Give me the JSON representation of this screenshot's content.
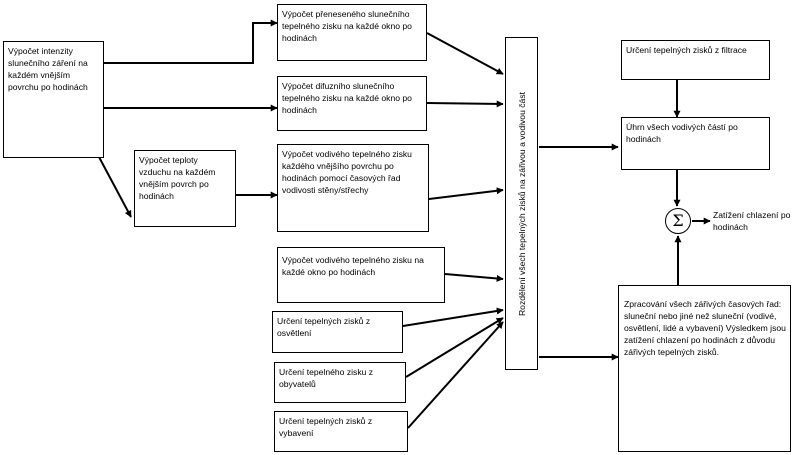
{
  "diagram": {
    "solar_intensity": "Výpočet intenzity slunečního záření na každém vnějším povrchu po hodinách",
    "air_temperature": "Výpočet teploty vzduchu na každém vnějším povrch po hodinách",
    "transmitted_solar_gain": "Výpočet přeneseného slunečního tepelného zisku na každé okno po hodinách",
    "diffuse_solar_gain": "Výpočet difuzního slunečního tepelného zisku na každé okno po hodinách",
    "conductive_surface_gain": "Výpočet vodivého tepelného zisku každého vnějšího povrchu po hodinách pomocí časových řad vodivosti stěny/střechy",
    "conductive_window_gain": "Výpočet vodivého tepelného zisku na každé okno po hodinách",
    "lighting_gain": "Určení tepelných zisků z osvětlení",
    "occupant_gain": "Určení tepelného zisku z obyvatelů",
    "equipment_gain": "Určení tepelných zisků z vybavení",
    "split_radiant_convective": "Rozdělení všech tepelných zisků na zářivou a vodivou část",
    "infiltration_gain": "Určení tepelných zisků z filtrace",
    "sum_convective": "Úhrn všech vodivých částí po hodinách",
    "radiant_processing": "Zpracování všech zářivých časových řad: sluneční nebo jiné než sluneční (vodivé, osvětlení, lidé a vybavení) Výsledkem jsou zatížení chlazení po hodinách z důvodu zářivých tepelných zisků.",
    "summation_symbol": "Σ",
    "cooling_load": "Zatížení chlazení po hodinách"
  }
}
